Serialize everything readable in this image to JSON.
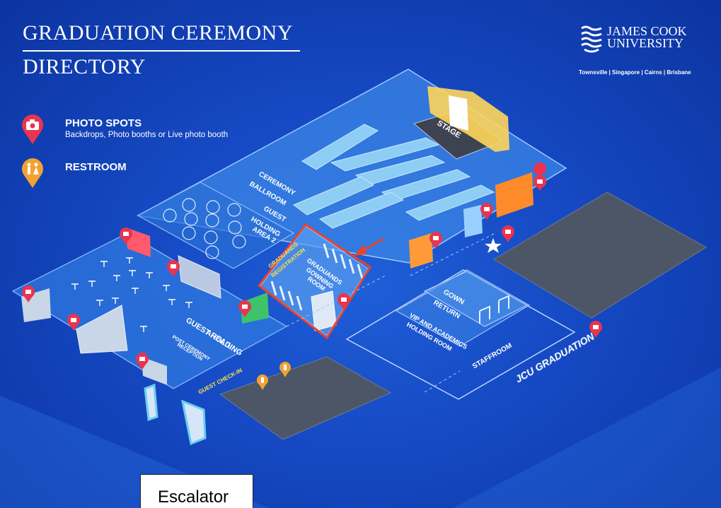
{
  "header": {
    "title_line1": "GRADUATION CEREMONY",
    "title_line2": "DIRECTORY"
  },
  "logo": {
    "name_line1": "JAMES COOK",
    "name_line2": "UNIVERSITY",
    "campuses": "Townsville | Singapore | Cairns | Brisbane"
  },
  "legend": {
    "photo_spots": {
      "title": "PHOTO SPOTS",
      "description": "Backdrops, Photo booths or Live photo booth",
      "icon": "camera-pin-icon",
      "color": "#e8344e"
    },
    "restroom": {
      "title": "RESTROOM",
      "icon": "restroom-pin-icon",
      "color": "#f2a230"
    }
  },
  "areas": {
    "stage": "STAGE",
    "ceremony_ballroom": [
      "CEREMONY",
      "BALLROOM"
    ],
    "guest_holding_2": [
      "GUEST",
      "HOLDING",
      "AREA 2"
    ],
    "graduands_registration": [
      "GRADUANDS",
      "REGISTRATION"
    ],
    "gowning_room": [
      "GRADUANDS",
      "GOWNING",
      "ROOM"
    ],
    "guest_holding_1": [
      "GUEST HOLDING",
      "AREA 1"
    ],
    "post_ceremony": [
      "POST CEREMONY",
      "RECEPTION"
    ],
    "guest_checkin": "GUEST CHECK-IN",
    "gown_return": [
      "GOWN",
      "RETURN"
    ],
    "vip_holding": [
      "VIP AND ACADEMICS",
      "HOLDING ROOM"
    ],
    "staffroom": "STAFFROOM",
    "jcu_graduation": "JCU GRADUATION"
  },
  "annotation": {
    "highlight_color": "#e8442e",
    "escalator_label": "Escalator"
  }
}
